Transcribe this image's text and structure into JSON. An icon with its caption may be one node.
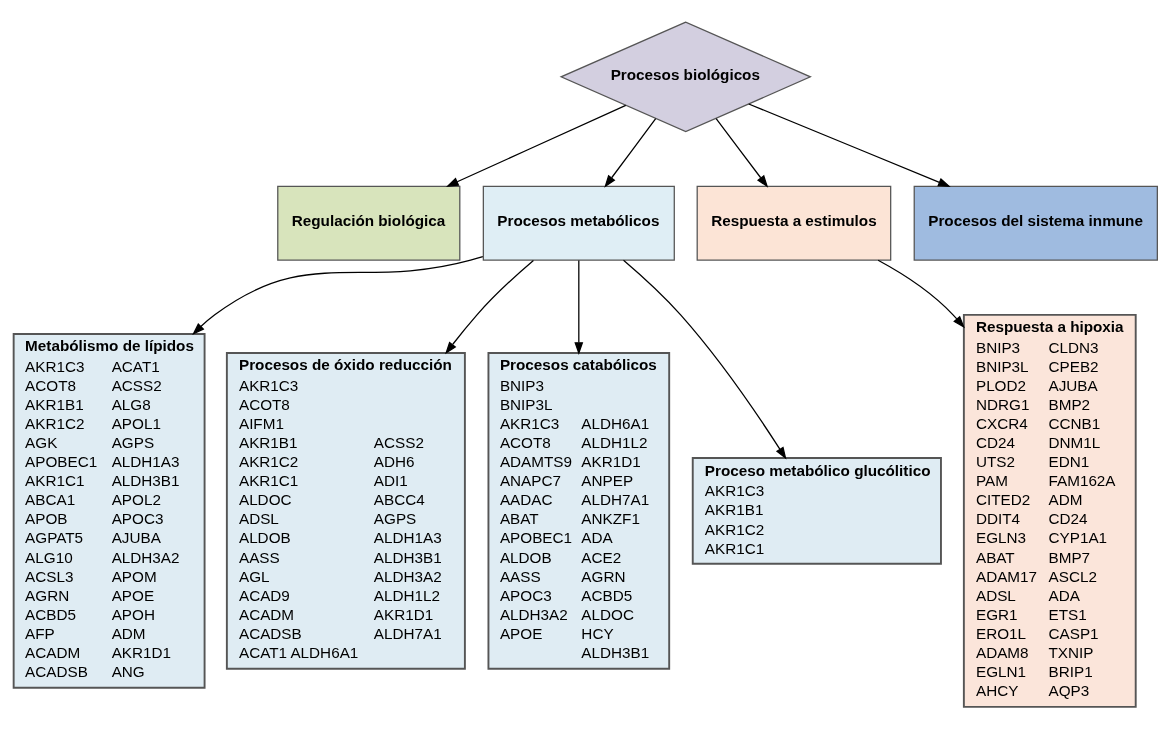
{
  "diagram": {
    "nodes": [
      {
        "text": [
          "Procesos biológicos"
        ]
      },
      {
        "text": [
          "Regulación biológica"
        ]
      },
      {
        "text": [
          "Procesos metabólicos"
        ]
      },
      {
        "text": [
          "Respuesta a estimulos"
        ]
      },
      {
        "text": [
          "Procesos del sistema inmune"
        ]
      },
      {
        "text": [
          "Metabólismo de lípidos",
          "AKR1C3",
          "ACOT8",
          "AKR1B1",
          "AKR1C2",
          "AGK",
          "APOBEC1",
          "AKR1C1",
          "ABCA1",
          "APOB",
          "AGPAT5",
          "ALG10",
          "ACSL3",
          "AGRN",
          "ACBD5",
          "AFP",
          "ACADM",
          "ACADSB",
          "ACAT1",
          "ACSS2",
          "ALG8",
          "APOL1",
          "AGPS",
          "ALDH1A3",
          "ALDH3B1",
          "APOL2",
          "APOC3",
          "AJUBA",
          "ALDH3A2",
          "APOM",
          "APOE",
          "APOH",
          "ADM",
          "AKR1D1",
          "ANG"
        ]
      },
      {
        "text": [
          "Procesos de óxido reducción",
          "AKR1C3",
          "ACOT8",
          "AIFM1",
          "AKR1B1",
          "AKR1C2",
          "AKR1C1",
          "ALDOC",
          "ADSL",
          "ALDOB",
          "AASS",
          "AGL",
          "ACAD9",
          "ACADM",
          "ACADSB",
          "ACAT1 ALDH6A1",
          "ACSS2",
          "ADH6",
          "ADI1",
          "ABCC4",
          "AGPS",
          "ALDH1A3",
          "ALDH3B1",
          "ALDH3A2",
          "ALDH1L2",
          "AKR1D1",
          "ALDH7A1"
        ]
      },
      {
        "text": [
          "Procesos catabólicos",
          "BNIP3",
          "BNIP3L",
          "AKR1C3",
          "ACOT8",
          "ADAMTS9",
          "ANAPC7",
          "AADAC",
          "ABAT",
          "APOBEC1",
          "ALDOB",
          "AASS",
          "APOC3",
          "ALDH3A2",
          "APOE",
          "ALDH6A1",
          "ALDH1L2",
          "AKR1D1",
          "ANPEP",
          "ALDH7A1",
          "ANKZF1",
          "ADA",
          "ACE2",
          "AGRN",
          "ACBD5",
          "ALDOC",
          "HCY",
          "ALDH3B1"
        ]
      },
      {
        "text": [
          "Proceso metabólico glucólitico",
          "AKR1C3",
          "AKR1B1",
          "AKR1C2",
          "AKR1C1"
        ]
      },
      {
        "text": [
          "Respuesta a hipoxia",
          "BNIP3",
          "BNIP3L",
          "PLOD2",
          "NDRG1",
          "CXCR4",
          "CD24",
          "UTS2",
          "PAM",
          "CITED2",
          "DDIT4",
          "EGLN3",
          "ABAT",
          "ADAM17",
          "ADSL",
          "EGR1",
          "ERO1L",
          "ADAM8",
          "EGLN1",
          "AHCY",
          "CLDN3",
          "CPEB2",
          "AJUBA",
          "BMP2",
          "CCNB1",
          "DNM1L",
          "EDN1",
          "FAM162A",
          "ADM",
          "CD24",
          "CYP1A1",
          "BMP7",
          "ASCL2",
          "ADA",
          "ETS1",
          "CASP1",
          "TXNIP",
          "BRIP1",
          "AQP3"
        ]
      }
    ],
    "edges": [
      {
        "from": 0,
        "to": 1,
        "arrow": "to"
      },
      {
        "from": 0,
        "to": 2,
        "arrow": "to"
      },
      {
        "from": 0,
        "to": 3,
        "arrow": "to"
      },
      {
        "from": 0,
        "to": 4,
        "arrow": "to"
      },
      {
        "from": 2,
        "to": 5,
        "arrow": "to"
      },
      {
        "from": 2,
        "to": 6,
        "arrow": "to"
      },
      {
        "from": 2,
        "to": 7,
        "arrow": "to"
      },
      {
        "from": 2,
        "to": 8,
        "arrow": "to"
      },
      {
        "from": 3,
        "to": 9,
        "arrow": "to"
      }
    ]
  }
}
